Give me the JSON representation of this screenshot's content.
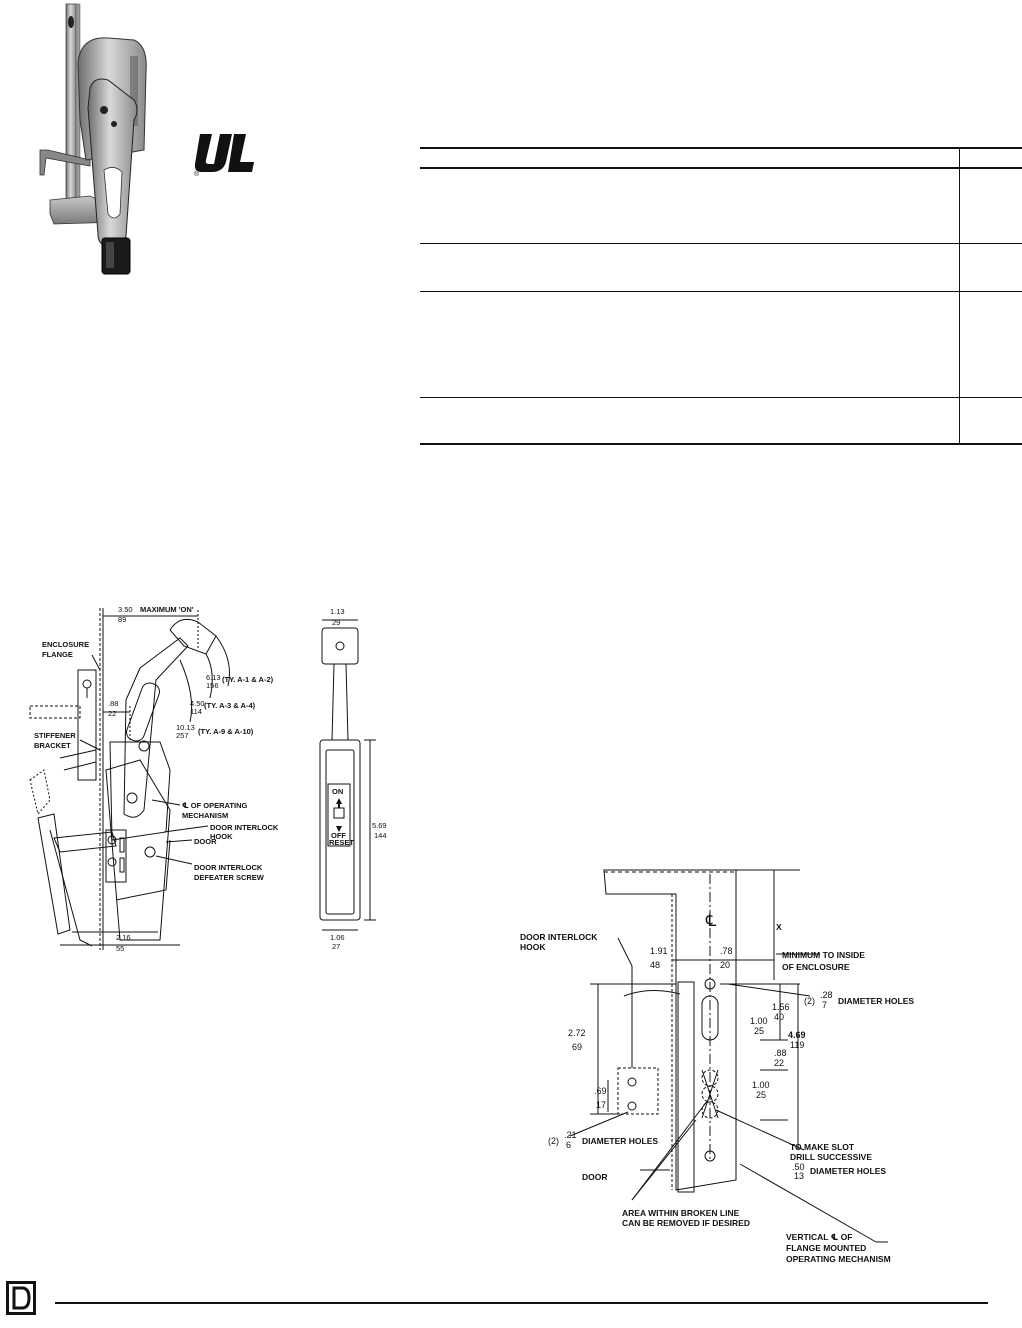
{
  "badges": {
    "ul_mark": "UL",
    "registered": "®"
  },
  "table": {
    "rows": 4
  },
  "diagram_side": {
    "labels": {
      "maximum_on": "MAXIMUM 'ON'",
      "enclosure_flange_1": "ENCLOSURE",
      "enclosure_flange_2": "FLANGE",
      "stiffener_1": "STIFFENER",
      "stiffener_2": "BRACKET",
      "cl_operating_1": "℄ OF OPERATING",
      "cl_operating_2": "MECHANISM",
      "door_interlock_hook_1": "DOOR INTERLOCK",
      "door_interlock_hook_2": "HOOK",
      "door": "DOOR",
      "defeater_1": "DOOR INTERLOCK",
      "defeater_2": "DEFEATER SCREW",
      "ty_a1": "(TY. A-1 & A-2)",
      "ty_a3": "(TY. A-3 & A-4)",
      "ty_a9": "(TY. A-9 & A-10)"
    },
    "dims": {
      "d350_in": "3.50",
      "d350_mm": "89",
      "d613_in": "6.13",
      "d613_mm": "156",
      "d450_in": "4.50",
      "d450_mm": "114",
      "d1013_in": "10.13",
      "d1013_mm": "257",
      "d88_in": ".88",
      "d88_mm": "22",
      "d216_in": "2.16",
      "d216_mm": "55"
    }
  },
  "diagram_front": {
    "labels": {
      "on": "ON",
      "off": "OFF",
      "reset": "RESET"
    },
    "dims": {
      "d113_in": "1.13",
      "d113_mm": "29",
      "d569_in": "5.69",
      "d569_mm": "144",
      "d106_in": "1.06",
      "d106_mm": "27"
    }
  },
  "diagram_drill": {
    "labels": {
      "door_interlock_hook_1": "DOOR INTERLOCK",
      "door_interlock_hook_2": "HOOK",
      "centerline": "℄",
      "x": "X",
      "minimum_1": "MINIMUM TO INSIDE",
      "minimum_2": "OF ENCLOSURE",
      "dia_holes_top": "DIAMETER HOLES",
      "dia_holes_left": "DIAMETER HOLES",
      "slot_1": "TO MAKE SLOT",
      "slot_2": "DRILL SUCCESSIVE",
      "slot_3": "DIAMETER HOLES",
      "door": "DOOR",
      "area_1": "AREA WITHIN BROKEN LINE",
      "area_2": "CAN BE REMOVED IF DESIRED",
      "vert_1": "VERTICAL ℄ OF",
      "vert_2": "FLANGE MOUNTED",
      "vert_3": "OPERATING MECHANISM"
    },
    "dims": {
      "d191_in": "1.91",
      "d191_mm": "48",
      "d78_in": ".78",
      "d78_mm": "20",
      "hole_top_qty": "(2)",
      "hole_top_in": ".28",
      "hole_top_mm": "7",
      "d156_in": "1.56",
      "d156_mm": "40",
      "d100a_in": "1.00",
      "d100a_mm": "25",
      "d469_in": "4.69",
      "d469_mm": "119",
      "d88_in": ".88",
      "d88_mm": "22",
      "d100b_in": "1.00",
      "d100b_mm": "25",
      "d272_in": "2.72",
      "d272_mm": "69",
      "d69_in": ".69",
      "d69_mm": "17",
      "hole_left_qty": "(2)",
      "hole_left_in": ".21",
      "hole_left_mm": "6",
      "slot_in": ".50",
      "slot_mm": "13"
    }
  },
  "footer": {
    "logo_letter": "D"
  }
}
